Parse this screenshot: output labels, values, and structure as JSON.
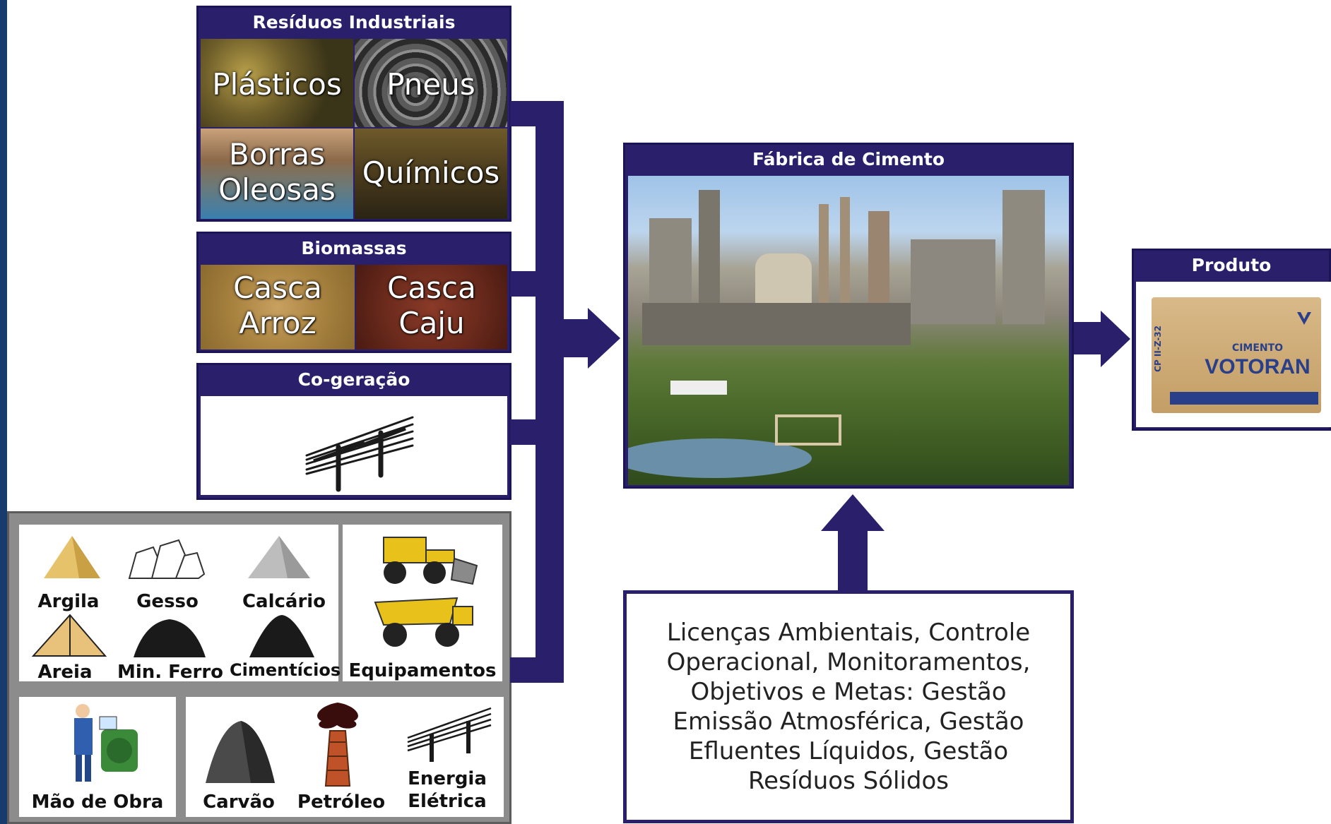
{
  "residuos": {
    "title": "Resíduos Industriais",
    "items": [
      "Plásticos",
      "Pneus",
      "Borras Oleosas",
      "Químicos"
    ]
  },
  "biomassas": {
    "title": "Biomassas",
    "items": [
      "Casca Arroz",
      "Casca Caju"
    ]
  },
  "cogeracao": {
    "title": "Co-geração"
  },
  "insumos": {
    "minerais": [
      "Argila",
      "Gesso",
      "Calcário",
      "Areia",
      "Min. Ferro",
      "Cimentícios"
    ],
    "equipamentos": "Equipamentos",
    "mao_de_obra": "Mão de Obra",
    "energia": [
      "Carvão",
      "Petróleo",
      "Energia Elétrica"
    ]
  },
  "fabrica": {
    "title": "Fábrica de Cimento"
  },
  "produto": {
    "title": "Produto",
    "bag_brand": "VOTORAN",
    "bag_subtitle": "CIMENTO",
    "bag_code": "CP II-Z-32"
  },
  "gestao": {
    "text": "Licenças Ambientais, Controle Operacional, Monitoramentos, Objetivos e Metas: Gestão Emissão Atmosférica, Gestão Efluentes Líquidos, Gestão Resíduos Sólidos"
  },
  "colors": {
    "box_navy": "#2a1f6b",
    "left_strip": "#163b6c",
    "gray_frame": "#8c8c8c"
  }
}
